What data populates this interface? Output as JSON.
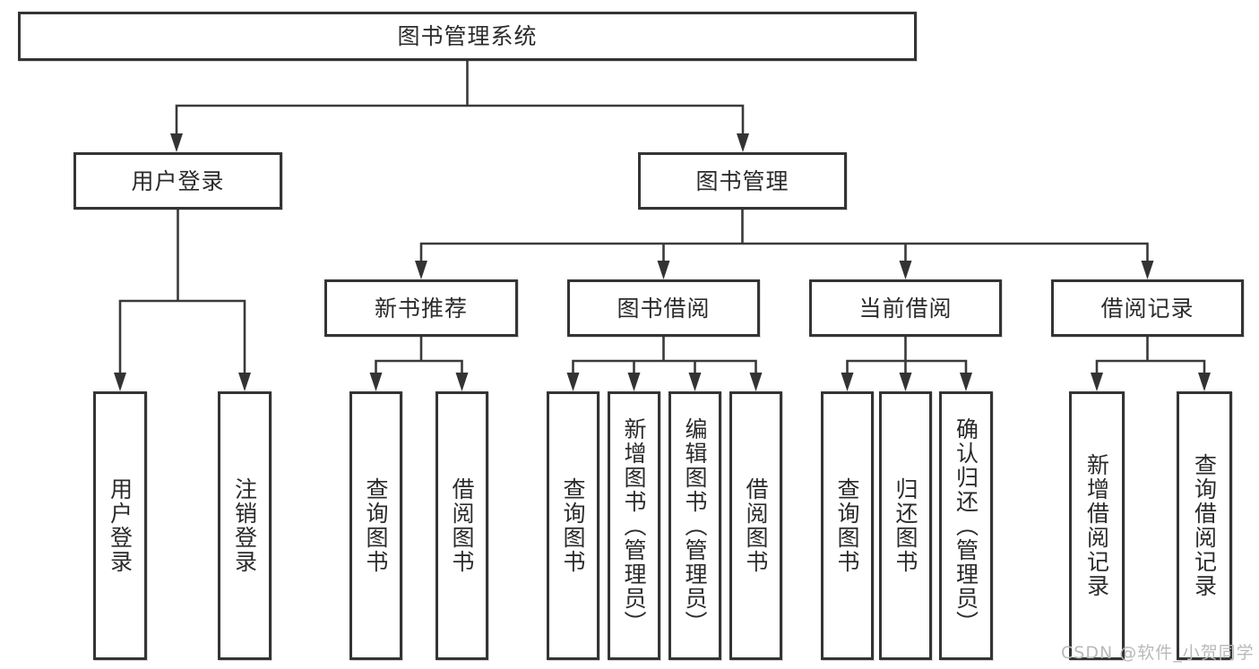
{
  "diagram": {
    "type": "hierarchy",
    "title": "图书管理系统",
    "colors": {
      "line": "#3a3a3a",
      "box_border": "#343434",
      "text": "#2b2b2b",
      "background": "#ffffff",
      "watermark_text": "#b9b9b9"
    },
    "tree": {
      "label": "图书管理系统",
      "children": [
        {
          "label": "用户登录",
          "children": [
            {
              "label": "用户登录"
            },
            {
              "label": "注销登录"
            }
          ]
        },
        {
          "label": "图书管理",
          "children": [
            {
              "label": "新书推荐",
              "children": [
                {
                  "label": "查询图书"
                },
                {
                  "label": "借阅图书"
                }
              ]
            },
            {
              "label": "图书借阅",
              "children": [
                {
                  "label": "查询图书"
                },
                {
                  "label": "新增图书（管理员）"
                },
                {
                  "label": "编辑图书（管理员）"
                },
                {
                  "label": "借阅图书"
                }
              ]
            },
            {
              "label": "当前借阅",
              "children": [
                {
                  "label": "查询图书"
                },
                {
                  "label": "归还图书"
                },
                {
                  "label": "确认归还（管理员）"
                }
              ]
            },
            {
              "label": "借阅记录",
              "children": [
                {
                  "label": "新增借阅记录"
                },
                {
                  "label": "查询借阅记录"
                }
              ]
            }
          ]
        }
      ]
    }
  },
  "watermark": {
    "text": "CSDN @软件_小贺同学"
  }
}
